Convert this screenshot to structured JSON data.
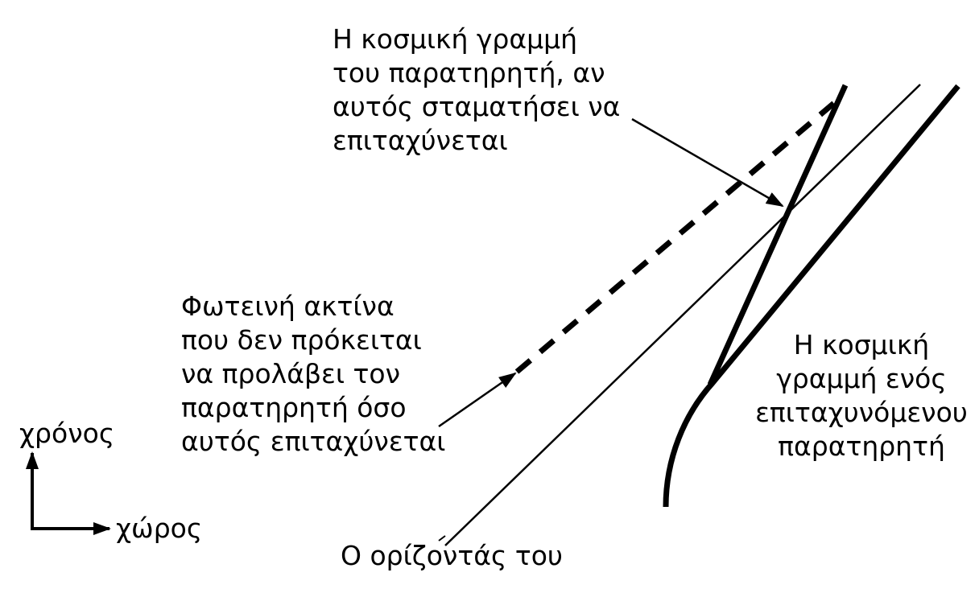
{
  "labels": {
    "stop_accelerating": [
      "Η κοσμική γραμμή",
      "του παρατηρητή, αν",
      "αυτός σταματήσει να",
      "επιταχύνεται"
    ],
    "light_ray": [
      "Φωτεινή ακτίνα",
      "που δεν πρόκειται",
      "να προλάβει τον",
      "παρατηρητή όσο",
      "αυτός επιταχύνεται"
    ],
    "accelerating_observer": [
      "Η κοσμική",
      "γραμμή ενός",
      "επιταχυνόμενου",
      "παρατηρητή"
    ],
    "horizon": "Ο ορίζοντάς του",
    "axis_time": "χρόνος",
    "axis_space": "χώρος"
  }
}
